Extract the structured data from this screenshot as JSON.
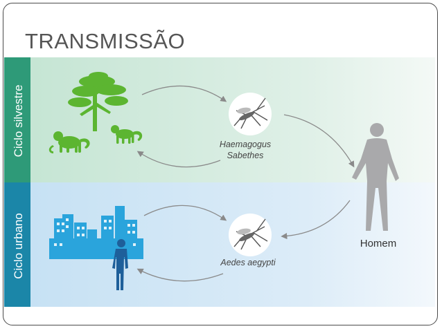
{
  "slide": {
    "title": "TRANSMISSÃO"
  },
  "diagram": {
    "sylvatic": {
      "label": "Ciclo silvestre",
      "vector_line1": "Haemagogus",
      "vector_line2": "Sabethes"
    },
    "urban": {
      "label": "Ciclo urbano",
      "vector": "Aedes aegypti"
    },
    "host": {
      "label": "Homem"
    },
    "colors": {
      "sylvatic_band": "#2e9a78",
      "urban_band": "#1b86a8",
      "sylvatic_bg": "#cfe9dc",
      "urban_bg": "#cfe6f6",
      "sylvatic_icon": "#5cb531",
      "urban_icon": "#2aa4dc",
      "human": "#a9a9ab",
      "arrow": "#8a8a8a"
    }
  }
}
